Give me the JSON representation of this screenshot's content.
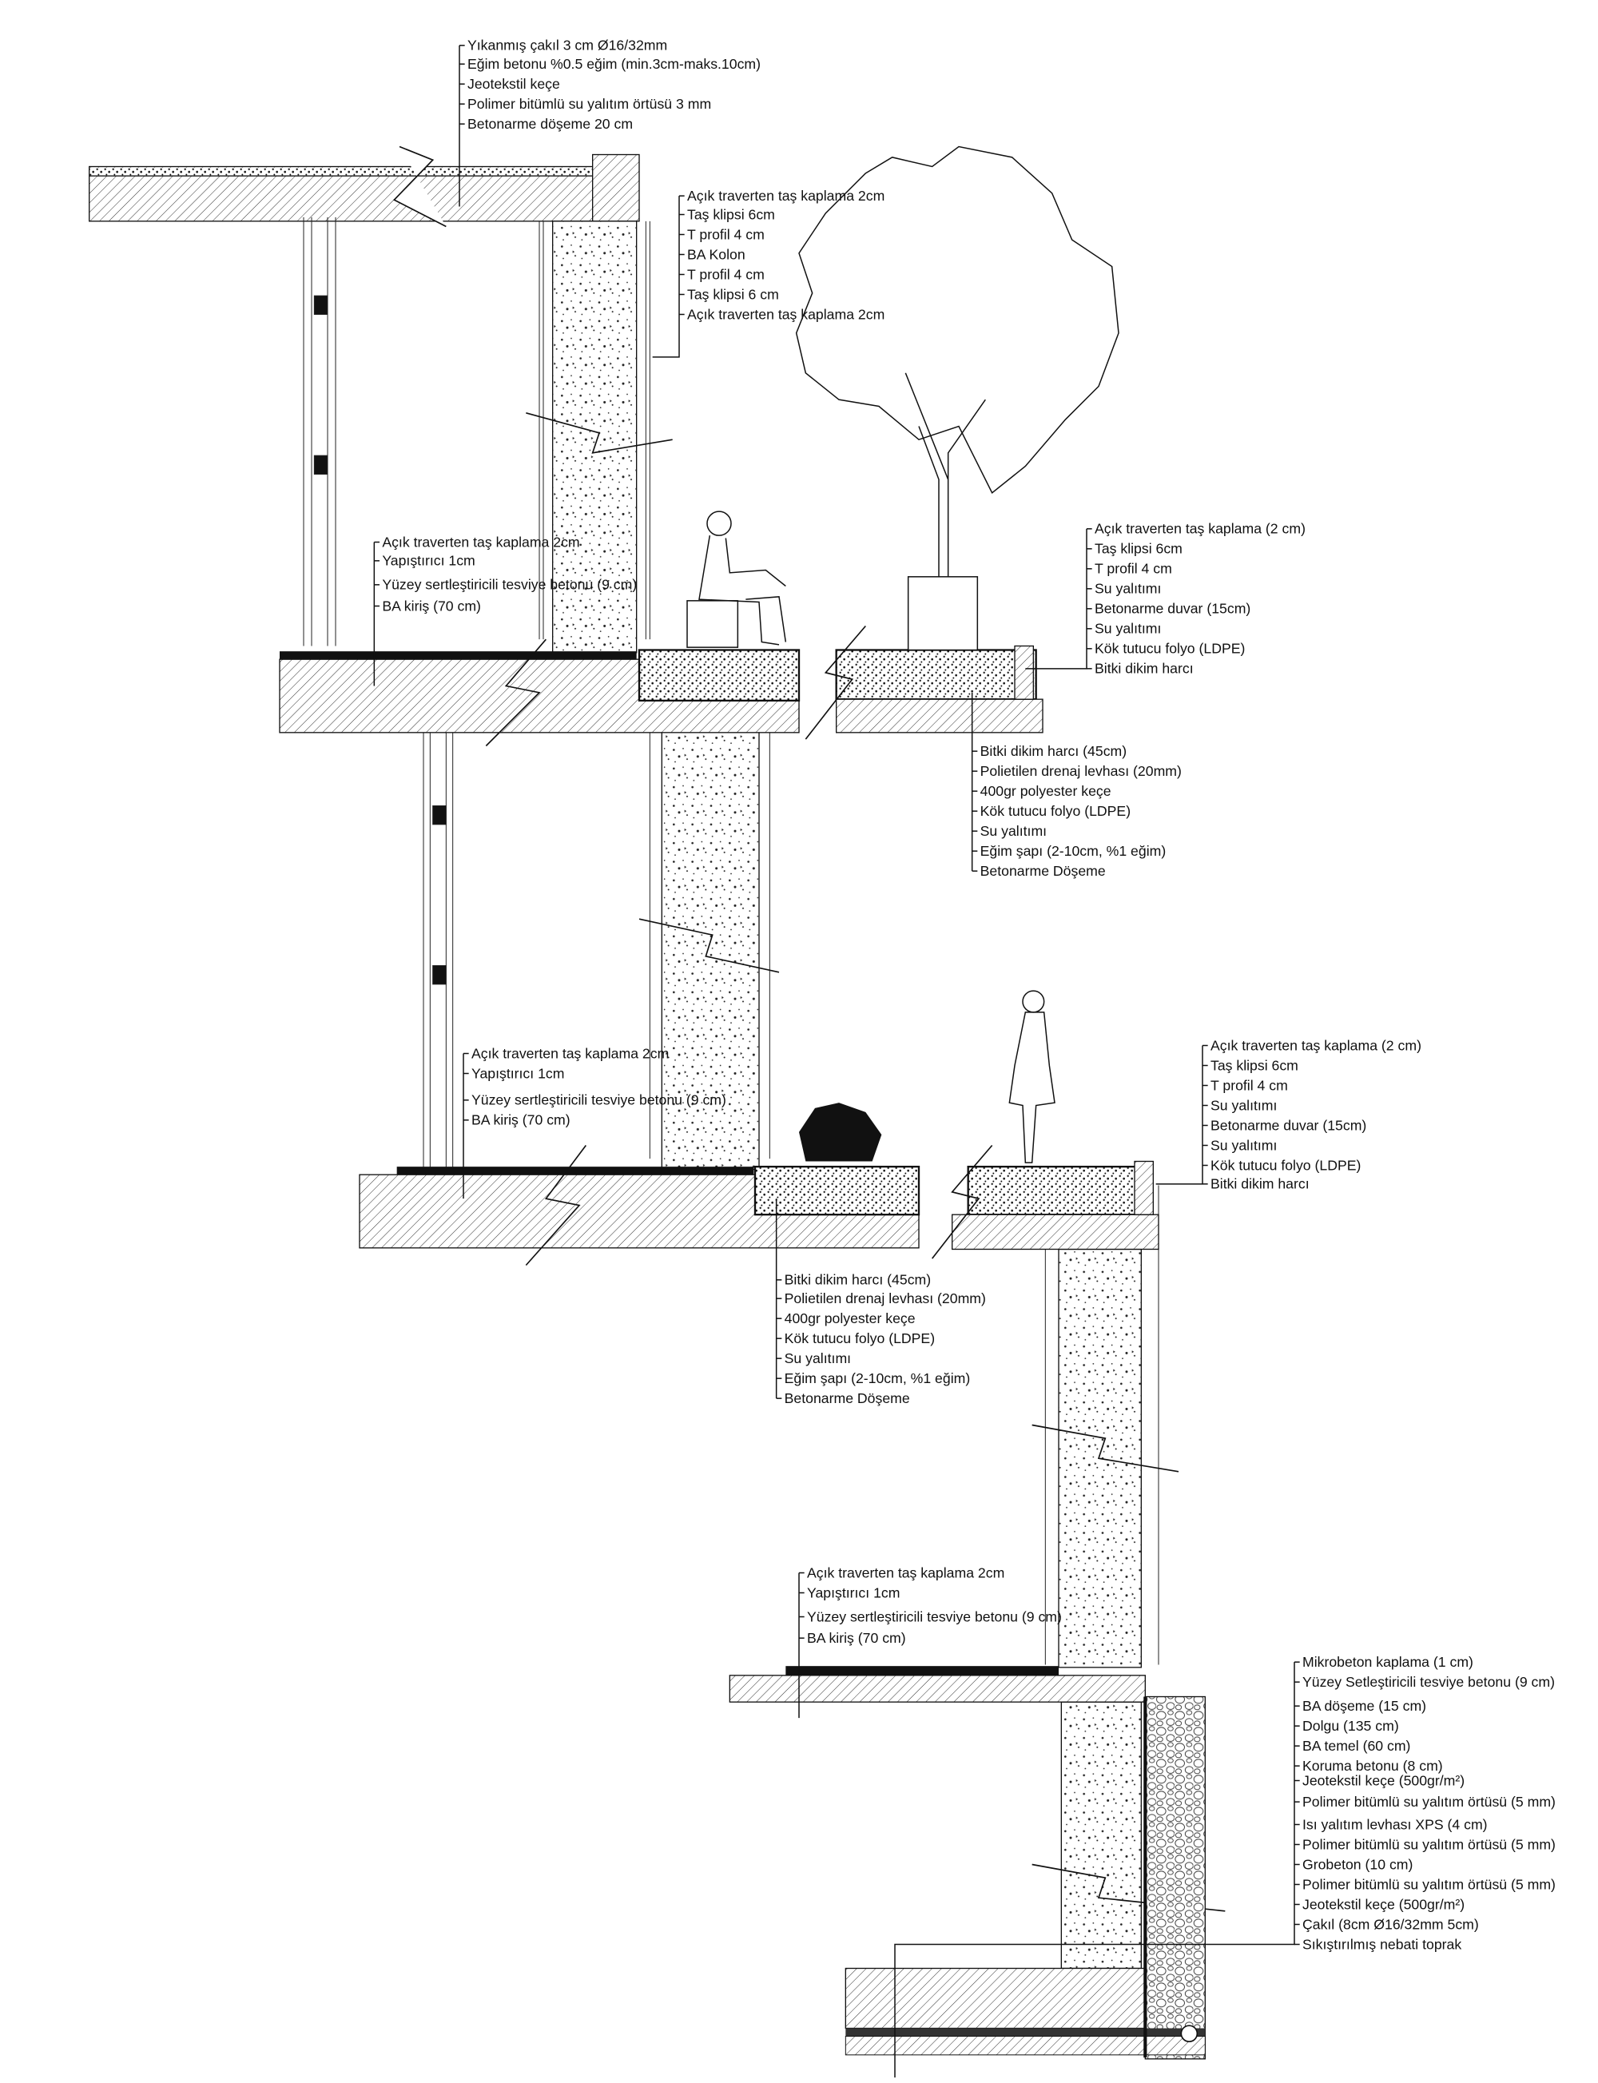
{
  "title": "Yapı kesiti detayı",
  "colors": {
    "ink": "#111111",
    "paper": "#ffffff"
  },
  "label_groups": [
    {
      "id": "roof",
      "items": [
        "Yıkanmış çakıl 3 cm Ø16/32mm",
        "Eğim betonu %0.5 eğim (min.3cm-maks.10cm)",
        "Jeotekstil keçe",
        "Polimer bitümlü su yalıtım örtüsü 3 mm",
        "Betonarme döşeme 20 cm"
      ]
    },
    {
      "id": "column",
      "items": [
        "Açık traverten taş kaplama 2cm",
        "Taş klipsi 6cm",
        "T profil 4 cm",
        "BA Kolon",
        "T profil 4 cm",
        "Taş klipsi 6 cm",
        "Açık traverten taş kaplama 2cm"
      ]
    },
    {
      "id": "floor-1-beam",
      "items": [
        "Açık traverten taş kaplama 2cm",
        "Yapıştırıcı 1cm",
        "Yüzey sertleştiricili tesviye betonu (9 cm)",
        "BA kiriş (70 cm)"
      ]
    },
    {
      "id": "wall-1",
      "items": [
        "Açık traverten taş kaplama (2 cm)",
        "Taş klipsi 6cm",
        "T profil 4 cm",
        "Su yalıtımı",
        "Betonarme duvar (15cm)",
        "Su yalıtımı",
        "Kök tutucu folyo (LDPE)",
        "Bitki dikim harcı"
      ]
    },
    {
      "id": "planter-1",
      "items": [
        "Bitki dikim harcı (45cm)",
        "Polietilen drenaj levhası (20mm)",
        "400gr polyester keçe",
        "Kök tutucu folyo (LDPE)",
        "Su yalıtımı",
        "Eğim şapı (2-10cm, %1 eğim)",
        "Betonarme Döşeme"
      ]
    },
    {
      "id": "floor-2-beam",
      "items": [
        "Açık traverten taş kaplama 2cm",
        "Yapıştırıcı 1cm",
        "Yüzey sertleştiricili tesviye betonu (9 cm)",
        "BA kiriş (70 cm)"
      ]
    },
    {
      "id": "wall-2",
      "items": [
        "Açık traverten taş kaplama (2 cm)",
        "Taş klipsi 6cm",
        "T profil 4 cm",
        "Su yalıtımı",
        "Betonarme duvar (15cm)",
        "Su yalıtımı",
        "Kök tutucu folyo (LDPE)",
        "Bitki dikim harcı"
      ]
    },
    {
      "id": "planter-2",
      "items": [
        "Bitki dikim harcı (45cm)",
        "Polietilen drenaj levhası (20mm)",
        "400gr polyester keçe",
        "Kök tutucu folyo (LDPE)",
        "Su yalıtımı",
        "Eğim şapı (2-10cm, %1 eğim)",
        "Betonarme Döşeme"
      ]
    },
    {
      "id": "floor-3-beam",
      "items": [
        "Açık traverten taş kaplama 2cm",
        "Yapıştırıcı 1cm",
        "Yüzey sertleştiricili tesviye betonu (9 cm)",
        "BA kiriş (70 cm)"
      ]
    },
    {
      "id": "foundation",
      "items": [
        "Mikrobeton kaplama (1 cm)",
        "Yüzey Setleştiricili tesviye betonu (9 cm)",
        "BA döşeme (15 cm)",
        "Dolgu (135 cm)",
        "BA temel (60 cm)",
        "Koruma betonu (8 cm)",
        "Jeotekstil keçe (500gr/m²)",
        "Polimer bitümlü su yalıtım örtüsü (5 mm)",
        "Isı yalıtım levhası XPS (4 cm)",
        "Polimer bitümlü su yalıtım örtüsü (5 mm)",
        "Grobeton (10 cm)",
        "Polimer bitümlü su yalıtım örtüsü (5 mm)",
        "Jeotekstil keçe (500gr/m²)",
        "Çakıl (8cm Ø16/32mm 5cm)",
        "Sıkıştırılmış nebati toprak"
      ]
    }
  ]
}
